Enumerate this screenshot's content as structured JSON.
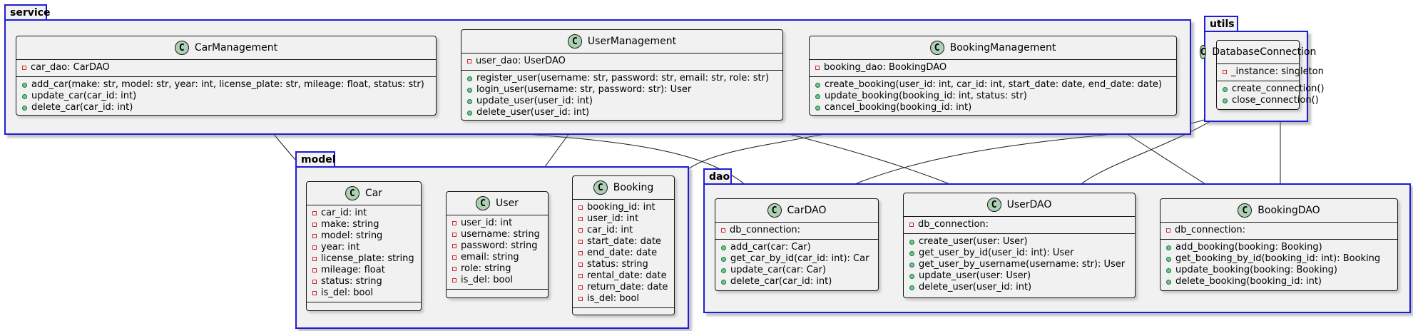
{
  "packages": {
    "service": {
      "label": "service"
    },
    "utils": {
      "label": "utils"
    },
    "model": {
      "label": "model"
    },
    "dao": {
      "label": "dao"
    }
  },
  "classes": {
    "car_management": {
      "name": "CarManagement",
      "attributes": [
        "car_dao: CarDAO"
      ],
      "operations": [
        "add_car(make: str, model: str, year: int, license_plate: str, mileage: float, status: str)",
        "update_car(car_id: int)",
        "delete_car(car_id: int)"
      ]
    },
    "user_management": {
      "name": "UserManagement",
      "attributes": [
        "user_dao: UserDAO"
      ],
      "operations": [
        "register_user(username: str, password: str, email: str, role: str)",
        "login_user(username: str, password: str): User",
        "update_user(user_id: int)",
        "delete_user(user_id: int)"
      ]
    },
    "booking_management": {
      "name": "BookingManagement",
      "attributes": [
        "booking_dao: BookingDAO"
      ],
      "operations": [
        "create_booking(user_id: int, car_id: int, start_date: date, end_date: date)",
        "update_booking(booking_id: int, status: str)",
        "cancel_booking(booking_id: int)"
      ]
    },
    "database_connection": {
      "name": "DatabaseConnection",
      "attributes": [
        "_instance: singleton"
      ],
      "operations": [
        "create_connection()",
        "close_connection()"
      ]
    },
    "car": {
      "name": "Car",
      "attributes": [
        "car_id: int",
        "make: string",
        "model: string",
        "year: int",
        "license_plate: string",
        "mileage: float",
        "status: string",
        "is_del: bool"
      ],
      "operations": []
    },
    "user": {
      "name": "User",
      "attributes": [
        "user_id: int",
        "username: string",
        "password: string",
        "email: string",
        "role: string",
        "is_del: bool"
      ],
      "operations": []
    },
    "booking": {
      "name": "Booking",
      "attributes": [
        "booking_id: int",
        "user_id: int",
        "car_id: int",
        "start_date: date",
        "end_date: date",
        "status: string",
        "rental_date: date",
        "return_date: date",
        "is_del: bool"
      ],
      "operations": []
    },
    "car_dao": {
      "name": "CarDAO",
      "attributes": [
        "db_connection:"
      ],
      "operations": [
        "add_car(car: Car)",
        "get_car_by_id(car_id: int): Car",
        "update_car(car: Car)",
        "delete_car(car_id: int)"
      ]
    },
    "user_dao": {
      "name": "UserDAO",
      "attributes": [
        "db_connection:"
      ],
      "operations": [
        "create_user(user: User)",
        "get_user_by_id(user_id: int): User",
        "get_user_by_username(username: str): User",
        "update_user(user: User)",
        "delete_user(user_id: int)"
      ]
    },
    "booking_dao": {
      "name": "BookingDAO",
      "attributes": [
        "db_connection:"
      ],
      "operations": [
        "add_booking(booking: Booking)",
        "get_booking_by_id(booking_id: int): Booking",
        "update_booking(booking: Booking)",
        "delete_booking(booking_id: int)"
      ]
    }
  },
  "class_icon_letter": "C",
  "relations": [
    {
      "from": "CarManagement",
      "to": "Car"
    },
    {
      "from": "CarManagement",
      "to": "CarDAO"
    },
    {
      "from": "UserManagement",
      "to": "User"
    },
    {
      "from": "UserManagement",
      "to": "UserDAO"
    },
    {
      "from": "BookingManagement",
      "to": "Booking"
    },
    {
      "from": "BookingManagement",
      "to": "BookingDAO"
    },
    {
      "from": "DatabaseConnection",
      "to": "CarDAO"
    },
    {
      "from": "DatabaseConnection",
      "to": "UserDAO"
    },
    {
      "from": "DatabaseConnection",
      "to": "BookingDAO"
    }
  ],
  "colors": {
    "package_border": "#1d1dd6",
    "class_icon": "#add1b2",
    "private_marker": "#c82930",
    "public_marker": "#84be84"
  }
}
